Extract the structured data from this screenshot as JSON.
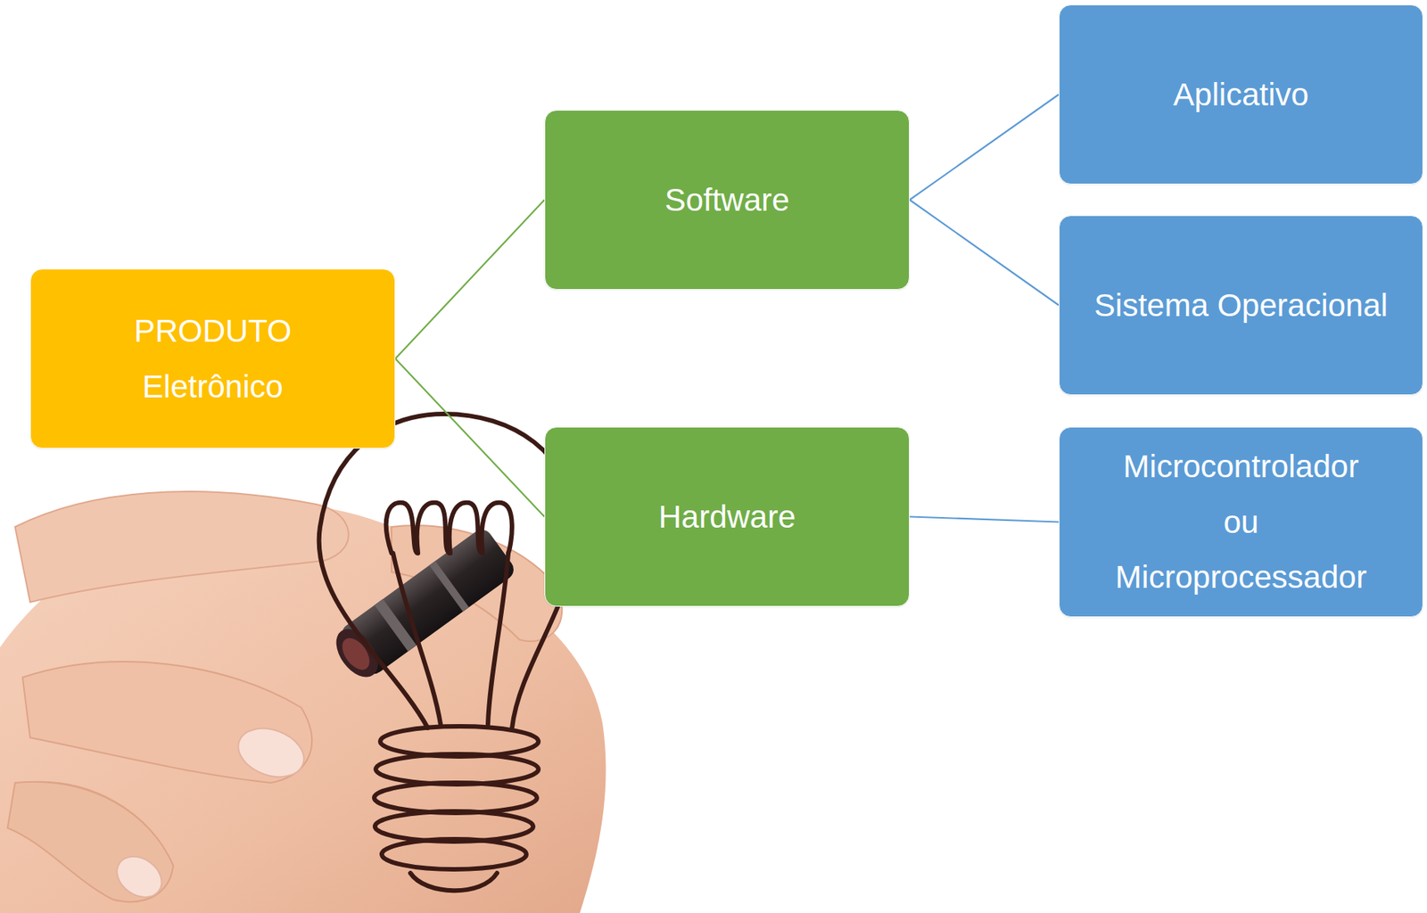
{
  "diagram": {
    "nodes": [
      {
        "text": [
          "PRODUTO Eletrônico"
        ]
      },
      {
        "text": [
          "Software"
        ]
      },
      {
        "text": [
          "Aplicativo"
        ]
      },
      {
        "text": [
          "Sistema Operacional"
        ]
      },
      {
        "text": [
          "Hardware"
        ]
      },
      {
        "text": [
          "Microcontrolador ou Microprocessador"
        ]
      }
    ],
    "edges": [
      {
        "from": 0,
        "to": 1,
        "arrow": "none"
      },
      {
        "from": 0,
        "to": 4,
        "arrow": "none"
      },
      {
        "from": 1,
        "to": 2,
        "arrow": "none"
      },
      {
        "from": 1,
        "to": 3,
        "arrow": "none"
      },
      {
        "from": 4,
        "to": 5,
        "arrow": "none"
      }
    ]
  }
}
